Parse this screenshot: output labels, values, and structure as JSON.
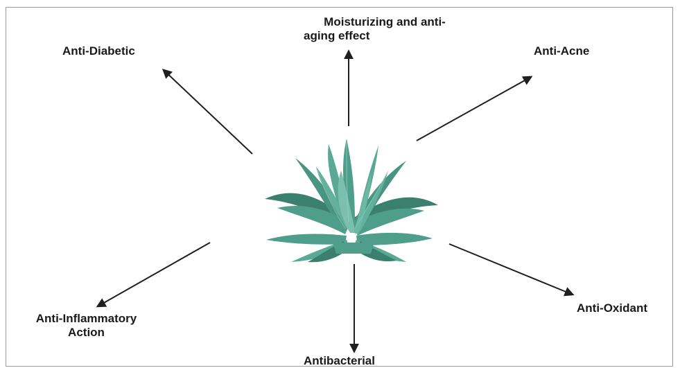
{
  "diagram": {
    "center_icon": "agave-plant-icon",
    "colors": {
      "plant": "#4f9e8c",
      "plant_dark": "#3b7f6f",
      "plant_light": "#7cbfae",
      "arrow": "#1f1f1f",
      "text": "#1a1a1a"
    },
    "labels": {
      "top_line1": "Moisturizing and anti-",
      "top_line2": "aging effect",
      "top_left": "Anti-Diabetic",
      "top_right": "Anti-Acne",
      "bottom_left_line1": "Anti-Inflammatory",
      "bottom_left_line2": "Action",
      "bottom_right": "Anti-Oxidant",
      "bottom": "Antibacterial"
    }
  }
}
